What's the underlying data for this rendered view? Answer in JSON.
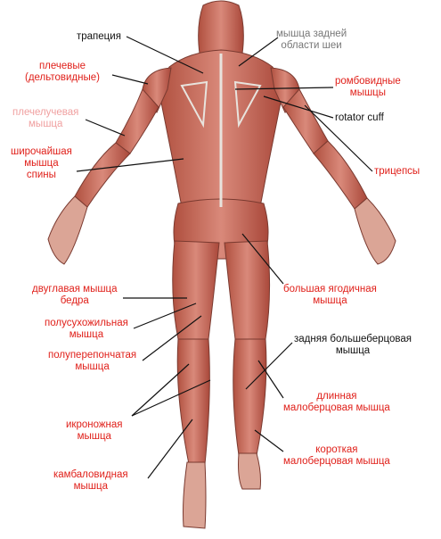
{
  "labels": {
    "trapezius": "трапеция",
    "neck_back": "мышца задней\nобласти шеи",
    "deltoid": "плечевые\n(дельтовидные)",
    "rhomboid": "ромбовидные\nмышцы",
    "brachioradialis": "плечелучевая\nмышца",
    "rotator_cuff": "rotator cuff",
    "latissimus": "широчайшая\nмышца\nспины",
    "triceps": "трицепсы",
    "biceps_femoris": "двуглавая мышца\nбедра",
    "gluteus_maximus": "большая ягодичная\nмышца",
    "semitendinosus": "полусухожильная\nмышца",
    "tibialis_posterior": "задняя большеберцовая\nмышца",
    "semimembranosus": "полуперепончатая\nмышца",
    "peroneus_longus": "длинная\nмалоберцовая мышца",
    "gastrocnemius": "икроножная\nмышца",
    "peroneus_brevis": "короткая\nмалоберцовая мышца",
    "soleus": "камбаловидная\nмышца"
  },
  "colors": {
    "red_label": "#e0201a",
    "black_label": "#111111",
    "gray_label": "#777777",
    "pink_label": "#f0a0a0",
    "muscle": "#c8695a",
    "muscle_dark": "#a8473a",
    "bone": "#e8e4de",
    "outline": "#7a3a30"
  }
}
